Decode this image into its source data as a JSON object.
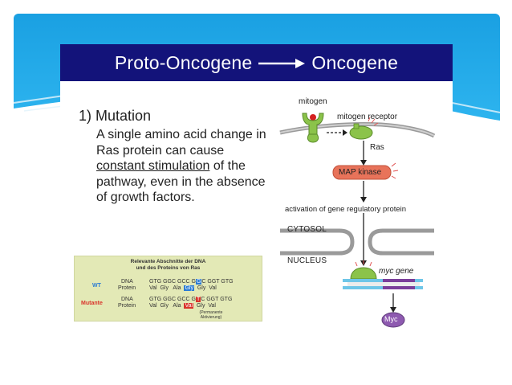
{
  "slide": {
    "colors": {
      "background_blue": "#1ea6e6",
      "title_bar": "#13137a",
      "table_bg": "#e3e9b6"
    }
  },
  "title": {
    "left": "Proto-Oncogene",
    "right": "Oncogene",
    "arrow_icon": "right-arrow"
  },
  "heading": "1) Mutation",
  "body": {
    "part1": "A single amino acid change in Ras protein can cause ",
    "underlined": "constant stimulation",
    "part2": " of the pathway, even in the absence of growth factors."
  },
  "dna_table": {
    "caption_line1": "Relevante Abschnitte der DNA",
    "caption_line2": "und des Proteins von Ras",
    "wt_label": "WT",
    "mutant_label": "Mutante",
    "dna_label": "DNA",
    "protein_label": "Protein",
    "wt_dna_pre": "GTG GGC GCC G",
    "wt_dna_hl": "G",
    "wt_dna_post": "C GGT GTG",
    "wt_protein_pre": "Val  Gly   Ala  ",
    "wt_protein_hl": "Gly",
    "wt_protein_post": "  Gly  Val",
    "mut_dna_pre": "GTG GGC GCC G",
    "mut_dna_hl": "T",
    "mut_dna_post": "C GGT GTG",
    "mut_protein_pre": "Val  Gly   Ala  ",
    "mut_protein_hl": "Val",
    "mut_protein_post": "  Gly  Val",
    "note": "(Permanente Aktivierung)"
  },
  "diagram": {
    "mitogen": "mitogen",
    "mitogen_receptor": "mitogen receptor",
    "ras": "Ras",
    "map_kinase": "MAP kinase",
    "activation": "activation of gene regulatory protein",
    "cytosol": "CYTOSOL",
    "nucleus": "NUCLEUS",
    "myc_gene": "myc gene",
    "myc_protein": "Myc"
  }
}
